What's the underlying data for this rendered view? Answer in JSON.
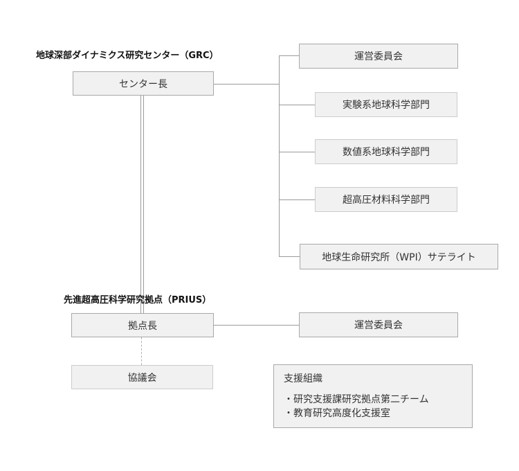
{
  "grc": {
    "title": "地球深部ダイナミクス研究センター（GRC）",
    "head": "センター長",
    "committee": "運営委員会",
    "divisions": [
      "実験系地球科学部門",
      "数値系地球科学部門",
      "超高圧材料科学部門"
    ],
    "satellite": "地球生命研究所（WPI）サテライト"
  },
  "prius": {
    "title": "先進超高圧科学研究拠点（PRIUS）",
    "head": "拠点長",
    "committee": "運営委員会",
    "council": "協議会"
  },
  "support": {
    "title": "支援組織",
    "items": [
      "・研究支援課研究拠点第二チーム",
      "・教育研究高度化支援室"
    ]
  }
}
